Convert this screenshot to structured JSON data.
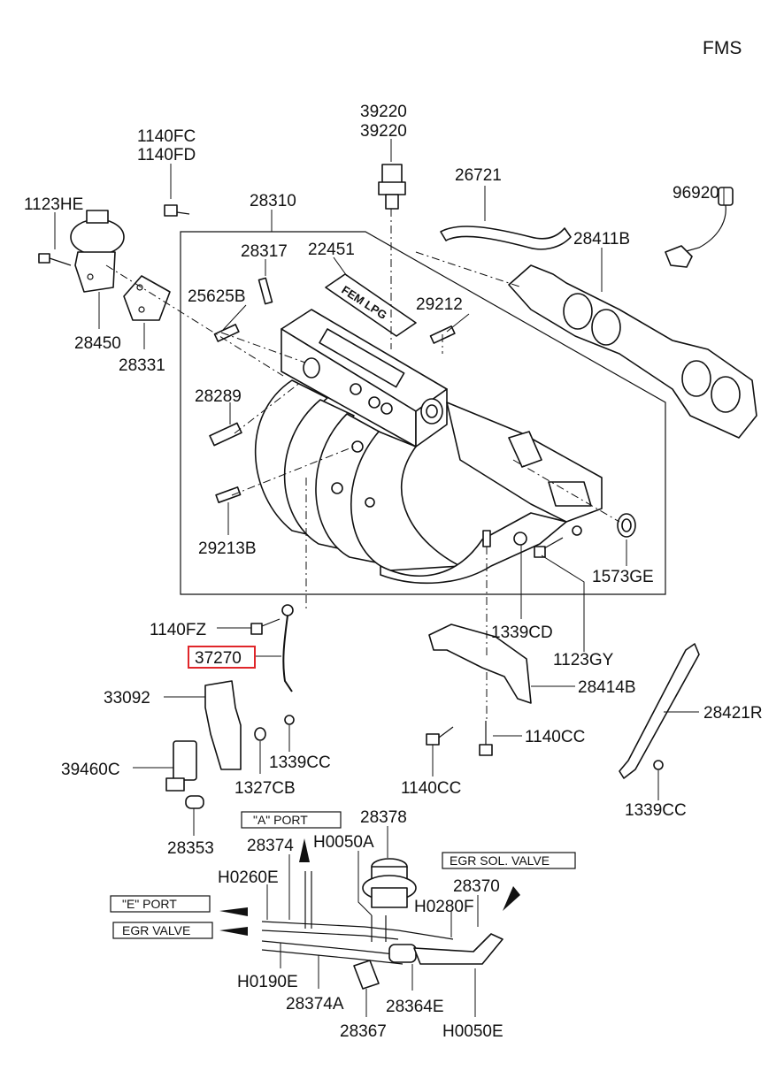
{
  "corner_code": "FMS",
  "highlighted_part": "37270",
  "part_labels": {
    "p39220a": "39220",
    "p39220b": "39220",
    "p1140FC": "1140FC",
    "p1140FD": "1140FD",
    "p26721": "26721",
    "p96920": "96920",
    "p1123HE": "1123HE",
    "p28310": "28310",
    "p28411B": "28411B",
    "p28317": "28317",
    "p22451": "22451",
    "p25625B": "25625B",
    "p29212": "29212",
    "p28450": "28450",
    "p28331": "28331",
    "p28289": "28289",
    "p29213B": "29213B",
    "p1573GE": "1573GE",
    "p1140FZ": "1140FZ",
    "p1339CD": "1339CD",
    "p1123GY": "1123GY",
    "p37270": "37270",
    "p33092": "33092",
    "p28414B": "28414B",
    "p28421R": "28421R",
    "p1140CCa": "1140CC",
    "p39460C": "39460C",
    "p1339CCa": "1339CC",
    "p1327CB": "1327CB",
    "p1140CCb": "1140CC",
    "p1339CCb": "1339CC",
    "p28353": "28353",
    "p28378": "28378",
    "p28374": "28374",
    "pH0050A": "H0050A",
    "pH0260E": "H0260E",
    "p28370": "28370",
    "pH0280F": "H0280F",
    "pH0190E": "H0190E",
    "p28374A": "28374A",
    "p28364E": "28364E",
    "p28367": "28367",
    "pH0050E": "H0050E"
  },
  "port_tags": {
    "a_port": "\"A\" PORT",
    "e_port": "\"E\" PORT",
    "egr_valve": "EGR VALVE",
    "egr_sol_valve": "EGR SOL. VALVE"
  },
  "manifold_stamp": "FEM LPG"
}
